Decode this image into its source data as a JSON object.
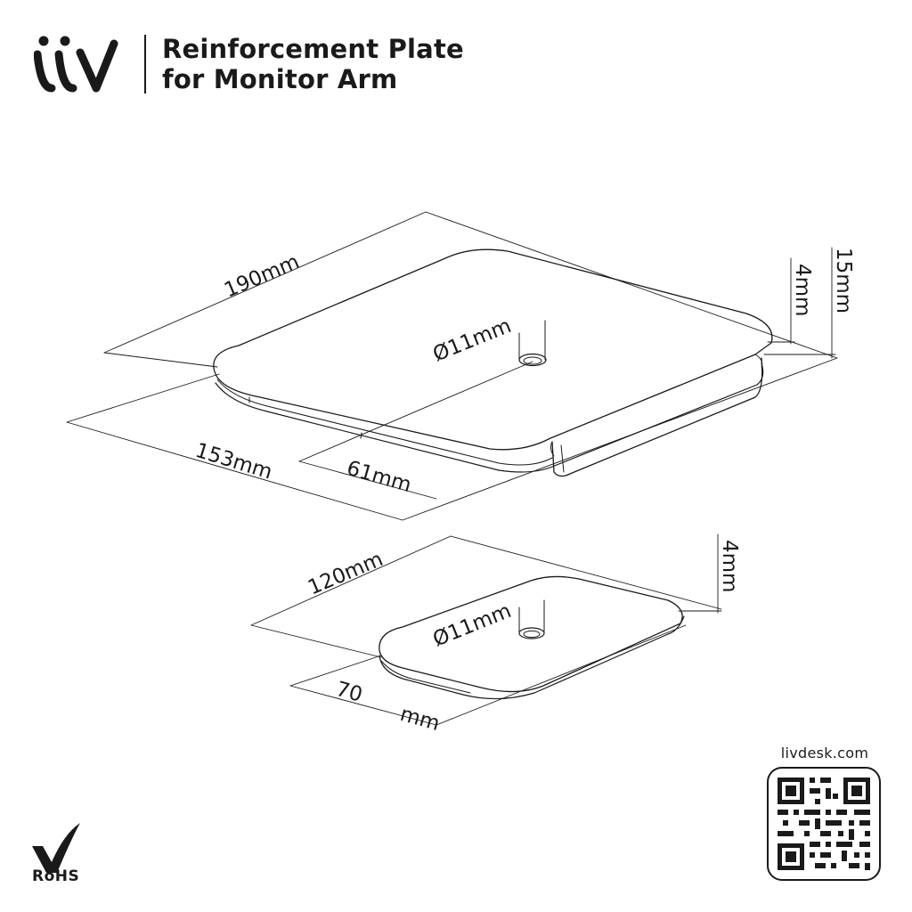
{
  "header": {
    "title_line1": "Reinforcement Plate",
    "title_line2": "for Monitor Arm",
    "logo_icon": "livdesk-logo-icon"
  },
  "large_plate": {
    "length": "190mm",
    "width": "153mm",
    "hole_diameter": "Ø11mm",
    "hole_offset": "61mm",
    "plate_thickness": "4mm",
    "total_height": "15mm"
  },
  "small_plate": {
    "length": "120mm",
    "width_value": "70",
    "width_unit": "mm",
    "hole_diameter": "Ø11mm",
    "plate_thickness": "4mm"
  },
  "footer": {
    "website": "livdesk.com",
    "qr_icon": "qr-code-icon",
    "cert_icon": "rohs-check-icon",
    "cert_label": "RoHS"
  },
  "colors": {
    "ink": "#1a1a1a",
    "background": "#ffffff"
  }
}
